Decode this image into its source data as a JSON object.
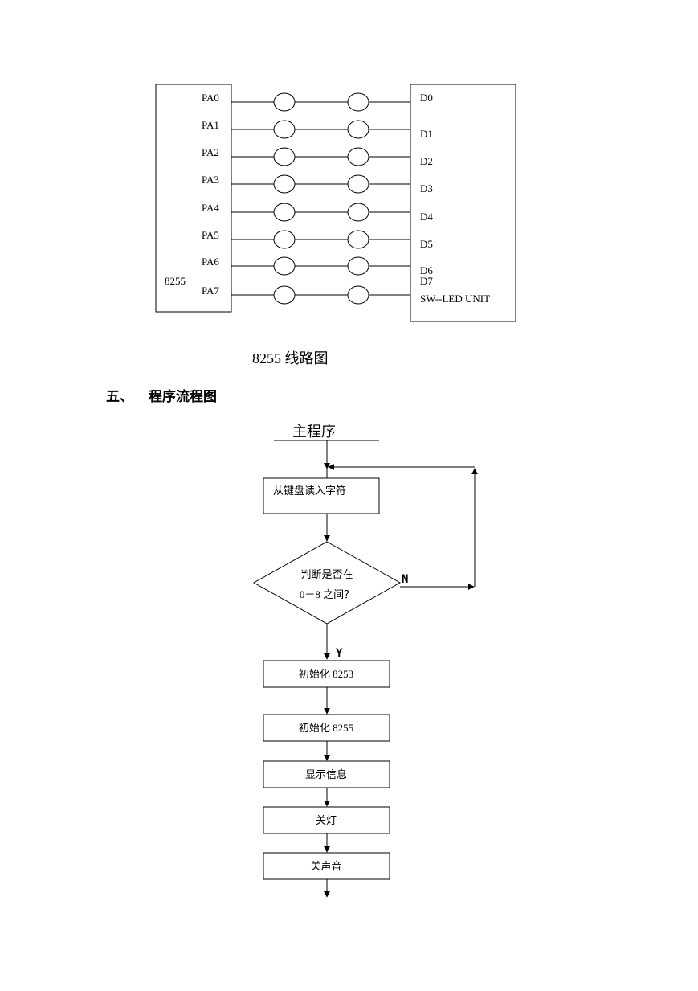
{
  "circuit": {
    "left_chip_label": "8255",
    "pins": [
      {
        "pa": "PA0",
        "d": "D0"
      },
      {
        "pa": "PA1",
        "d": "D1"
      },
      {
        "pa": "PA2",
        "d": "D2"
      },
      {
        "pa": "PA3",
        "d": "D3"
      },
      {
        "pa": "PA4",
        "d": "D4"
      },
      {
        "pa": "PA5",
        "d": "D5"
      },
      {
        "pa": "PA6",
        "d": "D6"
      },
      {
        "pa": "PA7",
        "d": "D7"
      }
    ],
    "right_unit_label": "SW--LED UNIT",
    "caption": "8255 线路图"
  },
  "section": {
    "number": "五、",
    "title": "程序流程图"
  },
  "flowchart": {
    "title": "主程序",
    "read_key": "从键盘读入字符",
    "decision_line1": "判断是否在",
    "decision_line2": "0－8 之间？",
    "no_label": "N",
    "yes_label": "Y",
    "steps": [
      "初始化 8253",
      "初始化 8255",
      "显示信息",
      "关灯",
      "关声音"
    ]
  }
}
